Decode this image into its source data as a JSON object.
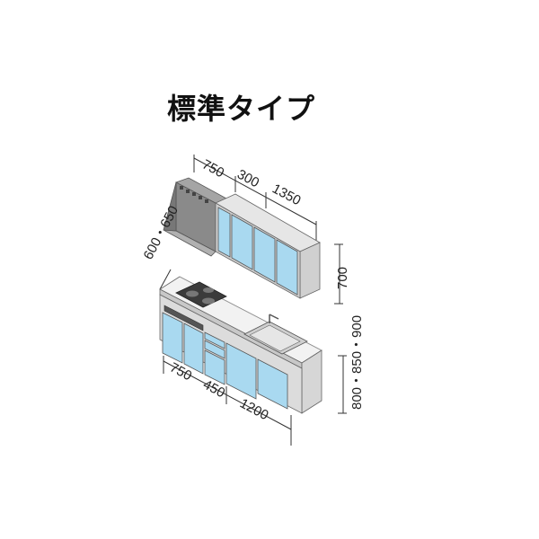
{
  "title": "標準タイプ",
  "upper_dims": {
    "hood_width": "750",
    "tall_width": "300",
    "wall_width": "1350",
    "height": "700"
  },
  "base_dims": {
    "depth": "600・650",
    "left_width": "750",
    "middle_width": "450",
    "right_width": "1200",
    "heights": "800・850・900"
  },
  "colors": {
    "door": "#a9d9f0",
    "body": "#d9d9d9",
    "hood": "#9a9a9a",
    "counter": "#f2f2f2",
    "line": "#333333"
  }
}
